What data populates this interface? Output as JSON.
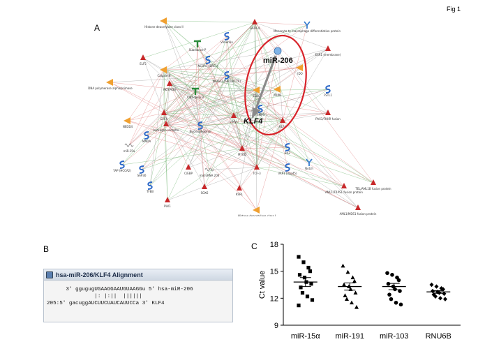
{
  "figure": {
    "label": "Fig 1",
    "panel_a": "A",
    "panel_b": "B",
    "panel_c": "C"
  },
  "network": {
    "highlight_labels": [
      "miR-206",
      "KLF4"
    ],
    "nodes": [
      {
        "id": "hdac2",
        "label": "Histone deacetylase class II",
        "shape": "wedge",
        "color": "#f0a030"
      },
      {
        "id": "gata4",
        "label": "GATA-4",
        "shape": "tri",
        "color": "#c8282a"
      },
      {
        "id": "mono",
        "label": "Monocyte to macrophage differentiation protein",
        "shape": "y",
        "color": "#3b7fd0"
      },
      {
        "id": "vimentin",
        "label": "Vimentin",
        "shape": "s",
        "color": "#2c68c8"
      },
      {
        "id": "substp",
        "label": "Substance P",
        "shape": "t",
        "color": "#2b8a3a"
      },
      {
        "id": "esr1",
        "label": "ESR1 (membrane)",
        "shape": "tri",
        "color": "#c8282a"
      },
      {
        "id": "elf5",
        "label": "ELF5",
        "shape": "tri",
        "color": "#c8282a"
      },
      {
        "id": "ncoa1",
        "label": "NCOA1 (SRC1)",
        "shape": "s",
        "color": "#2c68c8"
      },
      {
        "id": "calpain",
        "label": "Calpain-8",
        "shape": "wedge",
        "color": "#f0a030"
      },
      {
        "id": "ncoa3",
        "label": "NCOA3 (AIB1/ACTR)",
        "shape": "s",
        "color": "#2c68c8"
      },
      {
        "id": "ido",
        "label": "IDO",
        "shape": "wedge",
        "color": "#f0a030"
      },
      {
        "id": "dnapol",
        "label": "DNA polymerase alpha/primase",
        "shape": "wedge",
        "color": "#f0a030"
      },
      {
        "id": "akt",
        "label": "AKT(PKB)",
        "shape": "tri",
        "color": "#c8282a"
      },
      {
        "id": "cathep",
        "label": "Cathepsin B",
        "shape": "t",
        "color": "#2b8a3a"
      },
      {
        "id": "cd82",
        "label": "CD82",
        "shape": "wedge",
        "color": "#f0a030"
      },
      {
        "id": "murf",
        "label": "MURF",
        "shape": "wedge",
        "color": "#f0a030"
      },
      {
        "id": "fstl1",
        "label": "FSTL1",
        "shape": "s",
        "color": "#2c68c8"
      },
      {
        "id": "timp3",
        "label": "TIMP3",
        "shape": "s",
        "color": "#2c68c8"
      },
      {
        "id": "e2f4",
        "label": "E2F4",
        "shape": "tri",
        "color": "#c8282a"
      },
      {
        "id": "nedd4",
        "label": "NEDD4",
        "shape": "wedge",
        "color": "#f0a030"
      },
      {
        "id": "pax3",
        "label": "PAX3/FKHR fusion",
        "shape": "tri",
        "color": "#c8282a"
      },
      {
        "id": "ar",
        "label": "Androgen receptor",
        "shape": "tri",
        "color": "#c8282a"
      },
      {
        "id": "nucleo",
        "label": "Nucleophosmin",
        "shape": "s",
        "color": "#2c68c8"
      },
      {
        "id": "cmyc",
        "label": "c-Myc",
        "shape": "tri",
        "color": "#c8282a"
      },
      {
        "id": "klf4",
        "label": "KLF4",
        "shape": "tri",
        "color": "#c8282a"
      },
      {
        "id": "mnda",
        "label": "MNDA",
        "shape": "s",
        "color": "#2c68c8"
      },
      {
        "id": "mir15",
        "label": "miR-15a",
        "shape": "squig",
        "color": "#777777"
      },
      {
        "id": "baz",
        "label": "BAZ",
        "shape": "s",
        "color": "#2c68c8"
      },
      {
        "id": "myod",
        "label": "MYOD",
        "shape": "tri",
        "color": "#c8282a"
      },
      {
        "id": "tcf3",
        "label": "TCF-3",
        "shape": "tri",
        "color": "#c8282a"
      },
      {
        "id": "notch",
        "label": "Notch",
        "shape": "y",
        "color": "#3b7fd0"
      },
      {
        "id": "yap",
        "label": "YAP (HCCA2)",
        "shape": "s",
        "color": "#2c68c8"
      },
      {
        "id": "sap30",
        "label": "SAP30",
        "shape": "s",
        "color": "#2c68c8"
      },
      {
        "id": "mir206grp",
        "label": "microRNA 206",
        "shape": "squig",
        "color": "#777777"
      },
      {
        "id": "vap1",
        "label": "VAP1 (Vap45)",
        "shape": "s",
        "color": "#2c68c8"
      },
      {
        "id": "cebpb",
        "label": "C/EBP",
        "shape": "tri",
        "color": "#c8282a"
      },
      {
        "id": "sox6",
        "label": "SOX6",
        "shape": "tri",
        "color": "#c8282a"
      },
      {
        "id": "ksrl",
        "label": "KSRL",
        "shape": "tri",
        "color": "#c8282a"
      },
      {
        "id": "tfeb",
        "label": "TFEB",
        "shape": "s",
        "color": "#2c68c8"
      },
      {
        "id": "plk1",
        "label": "PLK1",
        "shape": "tri",
        "color": "#c8282a"
      },
      {
        "id": "tel",
        "label": "TEL/AML1B fusion protein",
        "shape": "tri",
        "color": "#c8282a"
      },
      {
        "id": "aml1t",
        "label": "AML1/TRPS1 fusion protein",
        "shape": "tri",
        "color": "#c8282a"
      },
      {
        "id": "hdac1",
        "label": "Histone deacetylase class I",
        "shape": "wedge",
        "color": "#f0a030"
      },
      {
        "id": "aml1m",
        "label": "AML1/MDS1 fusion protein",
        "shape": "tri",
        "color": "#c8282a"
      },
      {
        "id": "mir206",
        "label": "",
        "shape": "gear",
        "color": "#7fb3e6"
      }
    ]
  },
  "alignment": {
    "title": "hsa-miR-206/KLF4 Alignment",
    "line1": "      3' ggugugUGAAGGAAUGUAAGGu 5' hsa-miR-206",
    "line2": "               |: |:||  ||||||",
    "line3": "205:5' gacuggAUCUUCUAUCAUUCCa 3' KLF4"
  },
  "chart_data": {
    "type": "scatter",
    "title": "",
    "xlabel": "",
    "ylabel": "Ct value",
    "ylim": [
      9,
      18
    ],
    "yticks": [
      9,
      12,
      15,
      18
    ],
    "categories": [
      "miR-15α",
      "miR-191",
      "miR-103",
      "RNU6B"
    ],
    "markers": [
      "square",
      "triangle",
      "circle",
      "diamond"
    ],
    "series": [
      {
        "values": [
          16.6,
          16.0,
          15.4,
          15.0,
          14.6,
          14.3,
          13.8,
          13.6,
          13.2,
          12.6,
          12.2,
          11.8,
          11.2
        ],
        "mean": 13.8,
        "sem": 0.5
      },
      {
        "values": [
          15.6,
          14.9,
          14.3,
          13.9,
          13.5,
          13.3,
          13.0,
          12.6,
          12.3,
          11.9,
          11.5,
          11.0
        ],
        "mean": 13.3,
        "sem": 0.4
      },
      {
        "values": [
          14.8,
          14.6,
          14.3,
          14.0,
          13.6,
          13.3,
          13.0,
          12.8,
          12.4,
          11.9,
          11.5,
          11.3
        ],
        "mean": 13.3,
        "sem": 0.35
      },
      {
        "values": [
          13.5,
          13.3,
          13.1,
          13.0,
          12.8,
          12.7,
          12.6,
          12.5,
          12.4,
          12.2,
          12.0,
          11.9
        ],
        "mean": 12.7,
        "sem": 0.15
      }
    ]
  }
}
